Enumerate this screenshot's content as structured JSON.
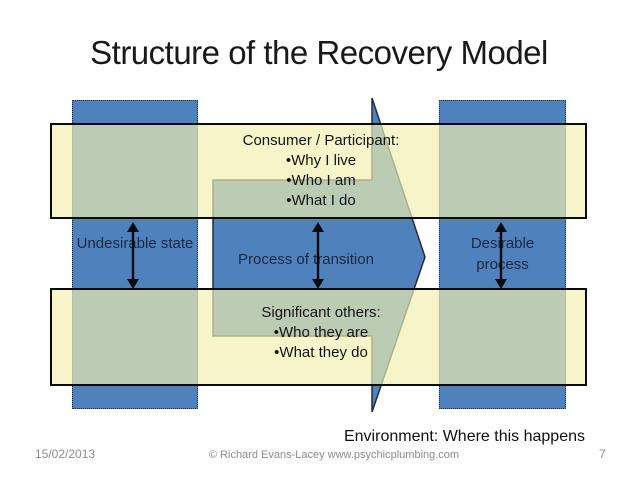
{
  "slide": {
    "title": "Structure of the Recovery Model",
    "environment_note": "Environment: Where this happens",
    "footer": {
      "date": "15/02/2013",
      "copyright": "© Richard Evans-Lacey www.psychicplumbing.com",
      "page_number": "7"
    }
  },
  "diagram": {
    "consumer_box": {
      "heading": "Consumer / Participant:",
      "bullets": [
        "•Why I live",
        "•Who I am",
        "•What I do"
      ]
    },
    "significant_box": {
      "heading": "Significant others:",
      "bullets": [
        "•Who they are",
        "•What they do"
      ]
    },
    "undesirable_label": "Undesirable state",
    "process_label": "Process of transition",
    "desirable_label": "Desirable process",
    "colors": {
      "shape_blue": "#4F81BD",
      "band_cream": "rgba(240,240,175,0.68)",
      "band_border": "#0b0b0b",
      "overlap_green": "#BCCDB2",
      "arrow_outline": "#222c3d",
      "footer_gray": "#8c8c8c"
    }
  }
}
